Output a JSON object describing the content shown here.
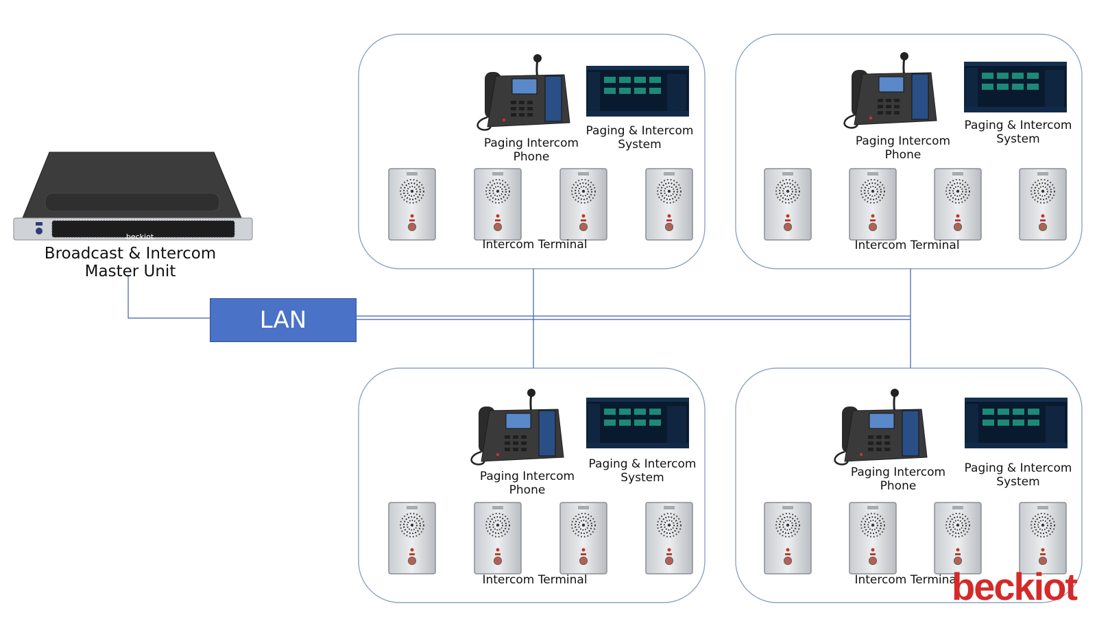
{
  "master": {
    "label_line1": "Broadcast & Intercom",
    "label_line2": "Master Unit",
    "brand_plate": "beckiot"
  },
  "lan": {
    "label": "LAN"
  },
  "groups": [
    {
      "phone_line1": "Paging Intercom",
      "phone_line2": "Phone",
      "system_line1": "Paging & Intercom",
      "system_line2": "System",
      "terminal": "Intercom Terminal"
    },
    {
      "phone_line1": "Paging Intercom",
      "phone_line2": "Phone",
      "system_line1": "Paging & Intercom",
      "system_line2": "System",
      "terminal": "Intercom Terminal"
    },
    {
      "phone_line1": "Paging Intercom",
      "phone_line2": "Phone",
      "system_line1": "Paging & Intercom",
      "system_line2": "System",
      "terminal": "Intercom Terminal"
    },
    {
      "phone_line1": "Paging Intercom",
      "phone_line2": "Phone",
      "system_line1": "Paging & Intercom",
      "system_line2": "System",
      "terminal": "Intercom Terminal"
    }
  ],
  "logo": {
    "text": "beckiot"
  },
  "colors": {
    "group_border": "#8fa3c6",
    "lan_fill": "#4a72c6",
    "connector": "#3f5fa8",
    "logo": "#1d4fa0",
    "logo_accent": "#d42a2a"
  }
}
